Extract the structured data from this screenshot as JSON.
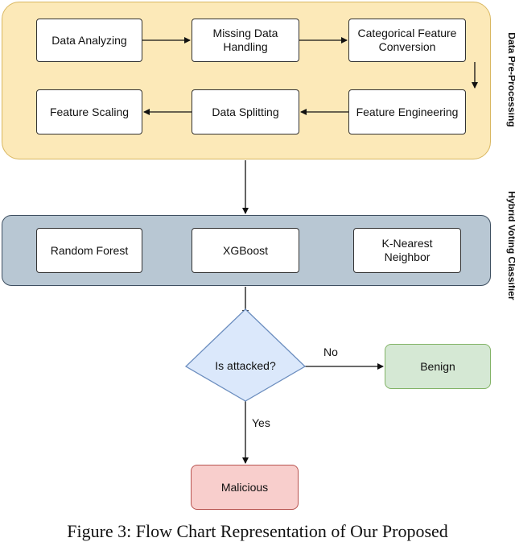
{
  "colors": {
    "preprocessing_fill": "#fce9b8",
    "preprocessing_border": "#d9b760",
    "classifier_fill": "#b8c7d3",
    "classifier_border": "#3e4f61",
    "decision_fill": "#dbe8fb",
    "decision_border": "#6c8ebf",
    "benign_fill": "#d5e8d4",
    "benign_border": "#82b366",
    "malicious_fill": "#f8cecc",
    "malicious_border": "#b85450"
  },
  "preprocessing": {
    "label": "Data Pre-Processing",
    "steps": {
      "data_analyzing": "Data Analyzing",
      "missing_data": "Missing Data Handling",
      "categorical": "Categorical Feature Conversion",
      "feature_engineering": "Feature Engineering",
      "data_splitting": "Data Splitting",
      "feature_scaling": "Feature Scaling"
    }
  },
  "classifier": {
    "label": "Hybrid Voting Classifier",
    "models": {
      "random_forest": "Random Forest",
      "xgboost": "XGBoost",
      "knn": "K-Nearest Neighbor"
    }
  },
  "decision": {
    "question": "Is attacked?",
    "no_label": "No",
    "yes_label": "Yes",
    "no_outcome": "Benign",
    "yes_outcome": "Malicious"
  },
  "caption": "Figure 3: Flow Chart Representation of Our Proposed"
}
